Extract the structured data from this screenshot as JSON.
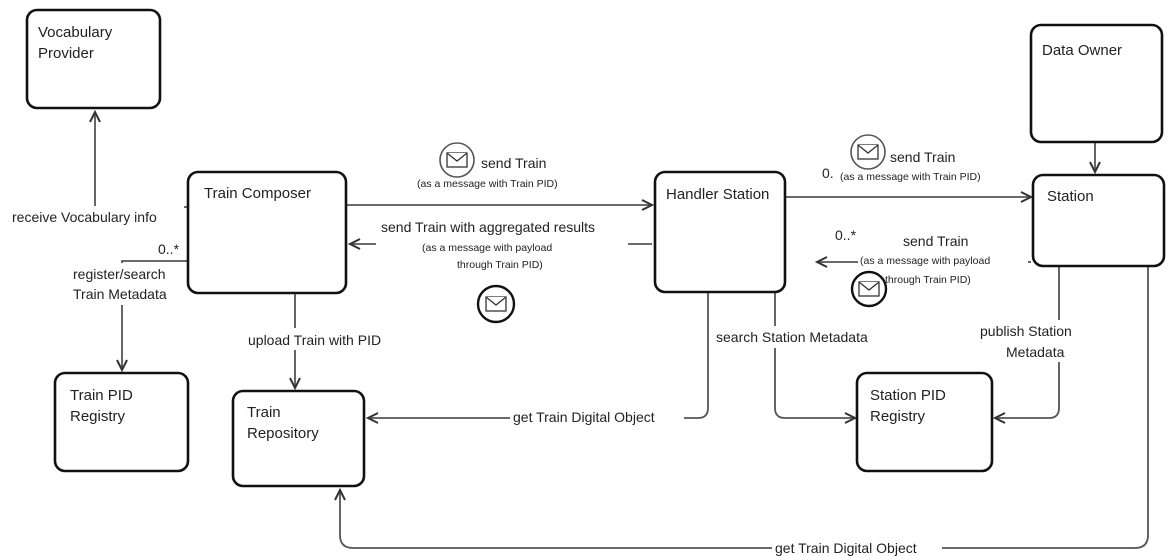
{
  "nodes": {
    "vocabulary_provider": [
      "Vocabulary",
      "Provider"
    ],
    "train_composer": [
      "Train Composer"
    ],
    "train_pid_registry": [
      "Train PID",
      "Registry"
    ],
    "train_repository": [
      "Train",
      "Repository"
    ],
    "handler_station": [
      "Handler Station"
    ],
    "data_owner": [
      "Data Owner"
    ],
    "station": [
      "Station"
    ],
    "station_pid_registry": [
      "Station PID",
      "Registry"
    ]
  },
  "edges": {
    "receive_vocabulary": "receive Vocabulary info",
    "composer_multiplicity": "0..*",
    "register_search": [
      "register/search",
      "Train Metadata"
    ],
    "upload_train": "upload Train with PID",
    "send_train_1": "send Train",
    "send_train_1_sub": "(as a message with Train PID)",
    "send_aggregated": "send Train with aggregated results",
    "send_aggregated_sub": [
      "(as a message with payload",
      "through Train PID)"
    ],
    "send_train_2_mult": "0.",
    "send_train_2": "send Train",
    "send_train_2_sub": "(as a message with Train PID)",
    "return_mult": "0..*",
    "send_train_3": "send Train",
    "send_train_3_sub": [
      "(as a message with payload",
      "through Train PID)"
    ],
    "search_station_metadata": "search Station Metadata",
    "publish_station_metadata": [
      "publish Station",
      "Metadata"
    ],
    "get_train_object_1": "get Train Digital Object",
    "get_train_object_2": "get Train Digital Object"
  },
  "icons": {
    "message": "envelope-icon"
  },
  "colors": {
    "box_stroke": "#111111",
    "edge_stroke": "#555555",
    "text": "#222222"
  }
}
